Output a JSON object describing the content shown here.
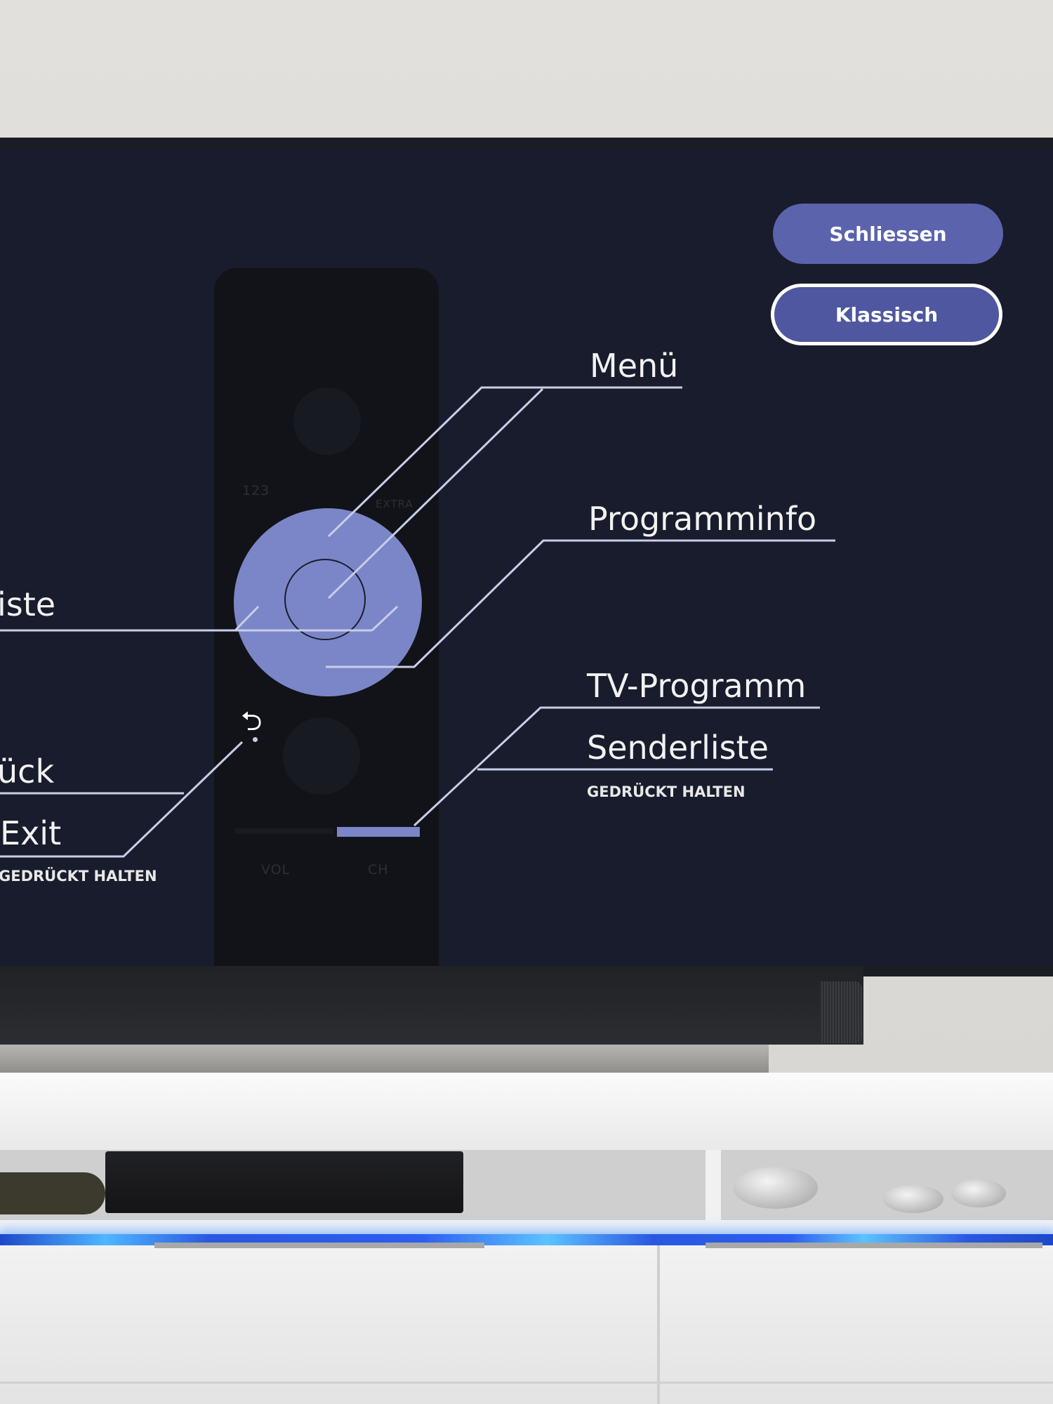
{
  "buttons": {
    "close_label": "Schliessen",
    "classic_label": "Klassisch"
  },
  "labels": {
    "menu": "Menü",
    "program_info": "Programminfo",
    "tv_program": "TV-Programm",
    "channel_list": "Senderliste",
    "channel_list_hint": "GEDRÜCKT HALTEN",
    "left_list": "iste",
    "back": "ück",
    "exit": "Exit",
    "exit_hint": "GEDRÜCKT HALTEN"
  },
  "remote": {
    "label_123": "123",
    "label_extra": "EXTRA",
    "label_vol": "VOL",
    "label_ch": "CH"
  },
  "icons": {
    "back": "back-arrow-icon"
  },
  "colors": {
    "screen_bg": "#181c2c",
    "accent": "#7b86c8",
    "button_bg": "#5a63ac",
    "line": "#c8cde8"
  }
}
